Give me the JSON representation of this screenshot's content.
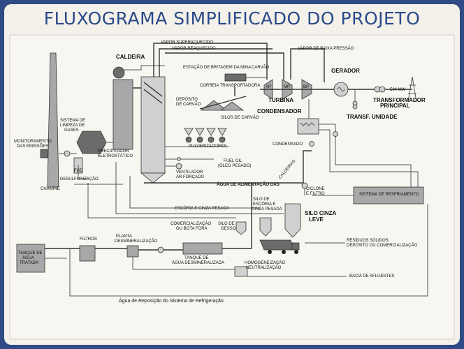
{
  "title": "FLUXOGRAMA SIMPLIFICADO DO PROJETO",
  "labels": {
    "vapor_superaquecido": "VAPOR SUPERAQUECIDO",
    "vapor_reaquecido": "VAPOR REAQUECIDO",
    "vapor_baixa": "VAPOR DE BAIXA PRESSÃO",
    "caldeira": "CALDEIRA",
    "estacao_britagem": "ESTAÇÃO DE BRITAGEM DA MINA",
    "carvao": "CARVÃO",
    "correia": "CORREIA TRANSPORTADORA",
    "deposito": "DEPÓSITO",
    "de_carvao": "DE CARVÃO",
    "ap": "AP",
    "mp": "MP",
    "bp": "BP",
    "turbina": "TURBINA",
    "gerador": "GERADOR",
    "mw": "594 MW",
    "transformador_1": "TRANSFORMADOR",
    "transformador_2": "PRINCIPAL",
    "transf_unidade": "TRANSF. UNIDADE",
    "condensador": "CONDENSADOR",
    "silos_carvao": "SILOS DE CARVÃO",
    "pulverizadores": "PULVERIZADORES",
    "condensado": "CONDENSADO",
    "monitoramento_1": "MONITORAMENTO",
    "monitoramento_2": "DAS EMISSÕES",
    "sistema_limpeza_1": "SISTEMA DE",
    "sistema_limpeza_2": "LIMPEZA DE",
    "sistema_limpeza_3": "GASES",
    "precipitador_1": "PRECIPITADOR",
    "precipitador_2": "ELETROSTÁTICO",
    "fgd": "FGD",
    "desulfurizacao": "DESULFURIZAÇÃO",
    "chamine": "CHAMINÉ",
    "fuel_oil_1": "FUEL OIL",
    "fuel_oil_2": "(ÓLEO PESADO)",
    "ventilador_1": "VENTILADOR",
    "ventilador_2": "AR FORÇADO",
    "agua_alimentacao": "ÁGUA DE ALIMENTAÇÃO DAS",
    "caldeiras": "CALDEIRAS",
    "ciclone_1": "CICLONE",
    "ciclone_2": "E FILTRO",
    "sistema_resfriamento": "SISTEMA DE RESFRIAMENTO",
    "escoria_cinza": "ESCÓRIA E CINZA PESADA",
    "silo_escoria_1": "SILO DE",
    "silo_escoria_2": "ESCÓRIA E",
    "silo_escoria_3": "CINZA PESADA",
    "silo_cinza_1": "SILO CINZA",
    "silo_cinza_2": "LEVE",
    "comercializacao_1": "COMERCIALIZAÇÃO",
    "comercializacao_2": "OU BOTA FORA",
    "silo_gesso_1": "SILO DE",
    "silo_gesso_2": "GESSO",
    "residuos_1": "RESÍDUOS SÓLIDOS:",
    "residuos_2": "DEPÓSITO OU COMERCIALIZAÇÃO",
    "tanque_agua_1": "TANQUE DE",
    "tanque_agua_2": "ÁGUA",
    "tanque_agua_3": "TRATADA",
    "filtros": "FILTROS",
    "planta_1": "PLANTA",
    "planta_2": "DESMINERALIZAÇÃO",
    "tanque_demin_1": "TANQUE DE",
    "tanque_demin_2": "ÁGUA DESMINERALIZADA",
    "homogeneizacao_1": "HOMOGENEIZAÇÃO",
    "homogeneizacao_2": "NEUTRALIZAÇÃO",
    "bacia": "BACIA DE AFLUENTES",
    "agua_reposicao": "Água de Reposição do Sistema de Refrigeração"
  }
}
